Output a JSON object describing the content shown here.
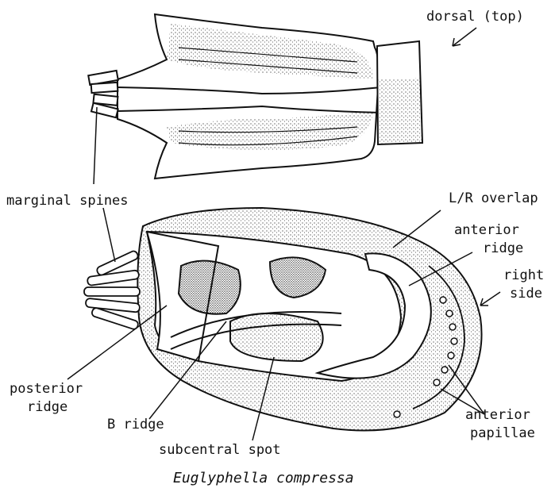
{
  "diagram": {
    "labels": {
      "dorsal": "dorsal (top)",
      "marginal_spines": "marginal spines",
      "lr_overlap": "L/R overlap",
      "anterior_ridge_1": "anterior",
      "anterior_ridge_2": "ridge",
      "right_side_1": "right",
      "right_side_2": "side",
      "posterior_ridge_1": "posterior",
      "posterior_ridge_2": "ridge",
      "b_ridge": "B ridge",
      "subcentral_spot": "subcentral spot",
      "anterior_papillae_1": "anterior",
      "anterior_papillae_2": "papillae"
    },
    "caption": "Euglyphella compressa"
  }
}
